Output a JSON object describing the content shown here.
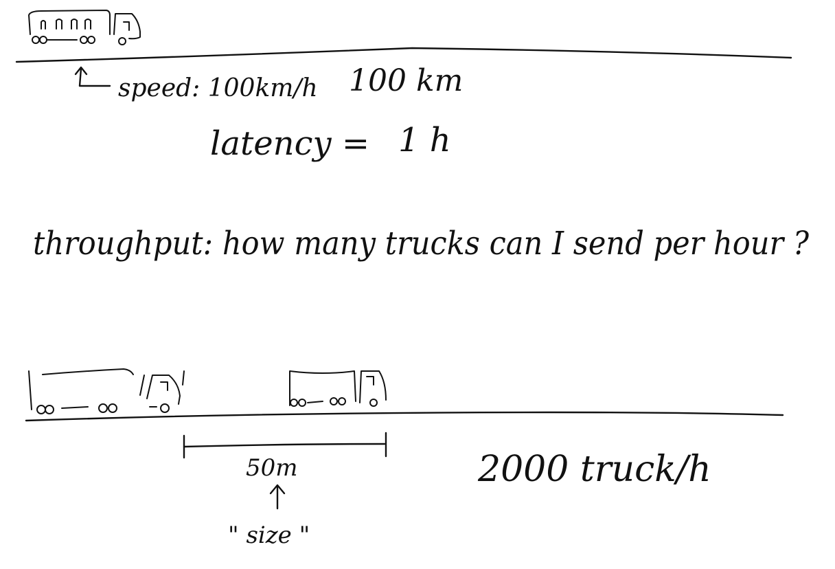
{
  "speed_label": "speed: 100km/h",
  "distance_label": "100 km",
  "latency_label": "latency =",
  "latency_value": "1 h",
  "throughput_text": "throughput: how many trucks can I send per hour ?",
  "spacing_label": "50m",
  "size_label": "\" size \"",
  "rate_label": "2000 truck/h",
  "colors": {
    "ink": "#111111",
    "background": "#ffffff"
  }
}
